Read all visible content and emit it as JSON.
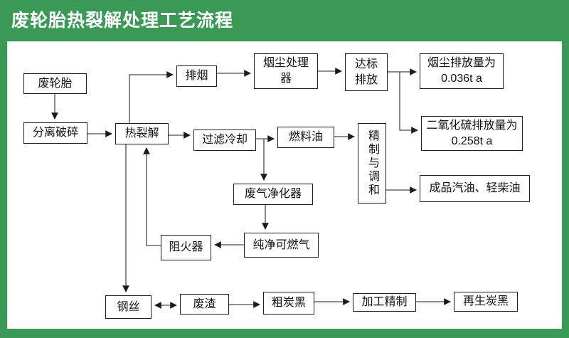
{
  "title": "废轮胎热裂解处理工艺流程",
  "colors": {
    "background_green": "#3a9a55",
    "panel_white": "#ffffff",
    "box_border": "#1c1c1c",
    "arrow_line": "#4a4a4a"
  },
  "nodes": {
    "waste_tire": {
      "label": "废轮胎"
    },
    "separate_crush": {
      "label": "分离破碎"
    },
    "pyrolysis": {
      "label": "热裂解"
    },
    "smoke_exhaust": {
      "label": "排烟"
    },
    "dust_processor": {
      "lines": [
        "烟尘处理",
        "器"
      ]
    },
    "standard_discharge": {
      "lines": [
        "达标",
        "排放"
      ]
    },
    "dust_emission": {
      "label": "烟尘排放量为",
      "value": "0.036t a"
    },
    "filter_cooling": {
      "label": "过滤冷却"
    },
    "fuel_oil": {
      "label": "燃料油"
    },
    "refine_blend": {
      "label": "精制与调和"
    },
    "so2_emission": {
      "label": "二氧化硫排放量为",
      "value": "0.258t a"
    },
    "finished_oil": {
      "label": "成品汽油、轻柴油"
    },
    "gas_purifier": {
      "label": "废气净化器"
    },
    "flame_arrester": {
      "label": "阻火器"
    },
    "pure_gas": {
      "label": "纯净可燃气"
    },
    "steel_wire": {
      "label": "钢丝"
    },
    "waste_residue": {
      "label": "废渣"
    },
    "crude_carbon_black": {
      "label": "粗炭黑"
    },
    "processing_refine": {
      "label": "加工精制"
    },
    "regenerated_carbon_black": {
      "label": "再生炭黑"
    }
  }
}
